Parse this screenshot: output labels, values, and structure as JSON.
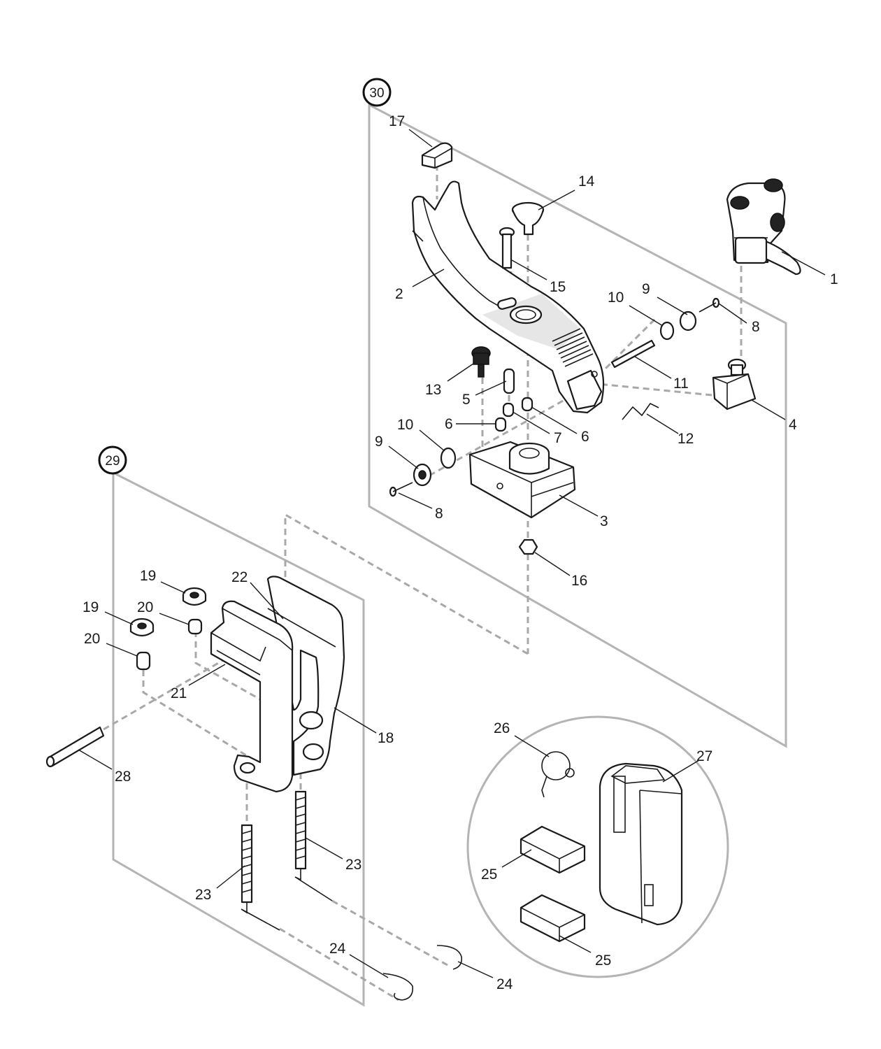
{
  "assemblies": [
    {
      "id": "30",
      "label": "30"
    },
    {
      "id": "29",
      "label": "29"
    }
  ],
  "callouts": [
    {
      "id": "c1",
      "label": "1"
    },
    {
      "id": "c2",
      "label": "2"
    },
    {
      "id": "c3",
      "label": "3"
    },
    {
      "id": "c4",
      "label": "4"
    },
    {
      "id": "c5",
      "label": "5"
    },
    {
      "id": "c6a",
      "label": "6"
    },
    {
      "id": "c6b",
      "label": "6"
    },
    {
      "id": "c7",
      "label": "7"
    },
    {
      "id": "c8a",
      "label": "8"
    },
    {
      "id": "c8b",
      "label": "8"
    },
    {
      "id": "c9a",
      "label": "9"
    },
    {
      "id": "c9b",
      "label": "9"
    },
    {
      "id": "c10a",
      "label": "10"
    },
    {
      "id": "c10b",
      "label": "10"
    },
    {
      "id": "c11",
      "label": "11"
    },
    {
      "id": "c12",
      "label": "12"
    },
    {
      "id": "c13",
      "label": "13"
    },
    {
      "id": "c14",
      "label": "14"
    },
    {
      "id": "c15",
      "label": "15"
    },
    {
      "id": "c16",
      "label": "16"
    },
    {
      "id": "c17",
      "label": "17"
    },
    {
      "id": "c18",
      "label": "18"
    },
    {
      "id": "c19a",
      "label": "19"
    },
    {
      "id": "c19b",
      "label": "19"
    },
    {
      "id": "c20a",
      "label": "20"
    },
    {
      "id": "c20b",
      "label": "20"
    },
    {
      "id": "c21",
      "label": "21"
    },
    {
      "id": "c22",
      "label": "22"
    },
    {
      "id": "c23a",
      "label": "23"
    },
    {
      "id": "c23b",
      "label": "23"
    },
    {
      "id": "c24a",
      "label": "24"
    },
    {
      "id": "c24b",
      "label": "24"
    },
    {
      "id": "c25a",
      "label": "25"
    },
    {
      "id": "c25b",
      "label": "25"
    },
    {
      "id": "c26",
      "label": "26"
    },
    {
      "id": "c27",
      "label": "27"
    },
    {
      "id": "c28",
      "label": "28"
    }
  ]
}
